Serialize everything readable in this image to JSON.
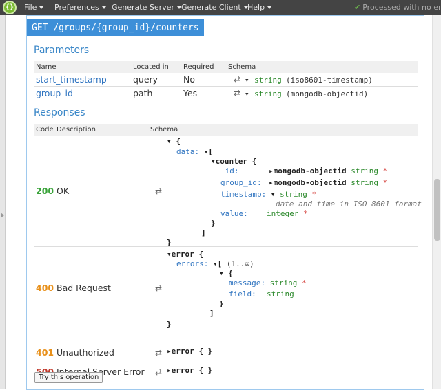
{
  "menu": {
    "logo": "{}",
    "items": [
      "File",
      "Preferences",
      "Generate Server",
      "Generate Client",
      "Help"
    ],
    "status": "Processed with no error"
  },
  "operation": {
    "method_path": "GET /groups/{group_id}/counters"
  },
  "parameters": {
    "title": "Parameters",
    "headers": [
      "Name",
      "Located in",
      "Required",
      "Schema"
    ],
    "rows": [
      {
        "name": "start_timestamp",
        "located": "query",
        "required": "No",
        "type": "string",
        "format": "(iso8601-timestamp)"
      },
      {
        "name": "group_id",
        "located": "path",
        "required": "Yes",
        "type": "string",
        "format": "(mongodb-objectid)"
      }
    ]
  },
  "responses": {
    "title": "Responses",
    "headers": [
      "Code",
      "Description",
      "Schema"
    ],
    "rows": [
      {
        "code": "200",
        "description": "OK"
      },
      {
        "code": "400",
        "description": "Bad Request"
      },
      {
        "code": "401",
        "description": "Unauthorized"
      },
      {
        "code": "500",
        "description": "Internal Server Error"
      }
    ],
    "schema_200": {
      "open": "{",
      "data_key": "data:",
      "data_open": "[",
      "counter": "counter {",
      "id_key": "_id:",
      "id_type": "mongodb-objectid",
      "group_key": "group_id:",
      "group_type": "mongodb-objectid",
      "ts_key": "timestamp:",
      "string_type": "string",
      "ts_desc": "date and time in ISO 8601 format",
      "value_key": "value:",
      "value_type": "integer",
      "req": "*",
      "close_brace": "}",
      "close_bracket": "]"
    },
    "schema_400": {
      "error_open": "error {",
      "errors_key": "errors:",
      "errors_open": "[",
      "range": "(1..∞)",
      "open": "{",
      "message_key": "message:",
      "field_key": "field:",
      "string_type": "string",
      "req": "*",
      "close_brace": "}",
      "close_bracket": "]"
    },
    "schema_error_collapsed": "error { }"
  },
  "try_button": "Try this operation",
  "icons": {
    "swap": "⇄",
    "expand_down": "▾",
    "expand_right": "▸"
  }
}
